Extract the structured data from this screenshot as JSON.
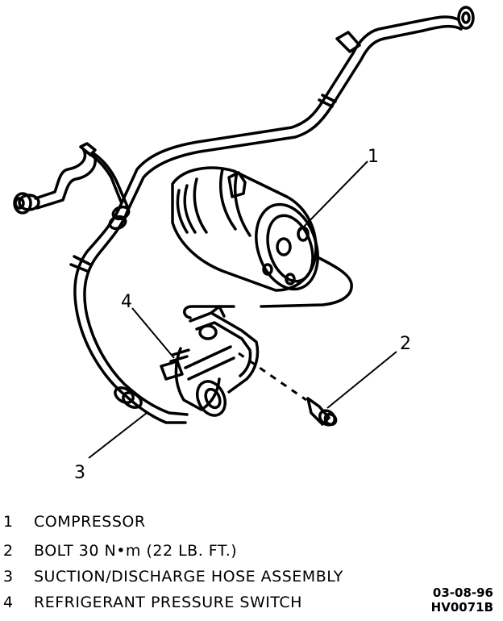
{
  "callouts": [
    {
      "number": "1"
    },
    {
      "number": "2"
    },
    {
      "number": "3"
    },
    {
      "number": "4"
    }
  ],
  "legend": [
    {
      "number": "1",
      "text": "COMPRESSOR"
    },
    {
      "number": "2",
      "text": "BOLT 30 N•m (22 LB. FT.)"
    },
    {
      "number": "3",
      "text": "SUCTION/DISCHARGE HOSE ASSEMBLY"
    },
    {
      "number": "4",
      "text": "REFRIGERANT PRESSURE SWITCH"
    }
  ],
  "footer": {
    "date": "03-08-96",
    "code": "HV0071B"
  }
}
